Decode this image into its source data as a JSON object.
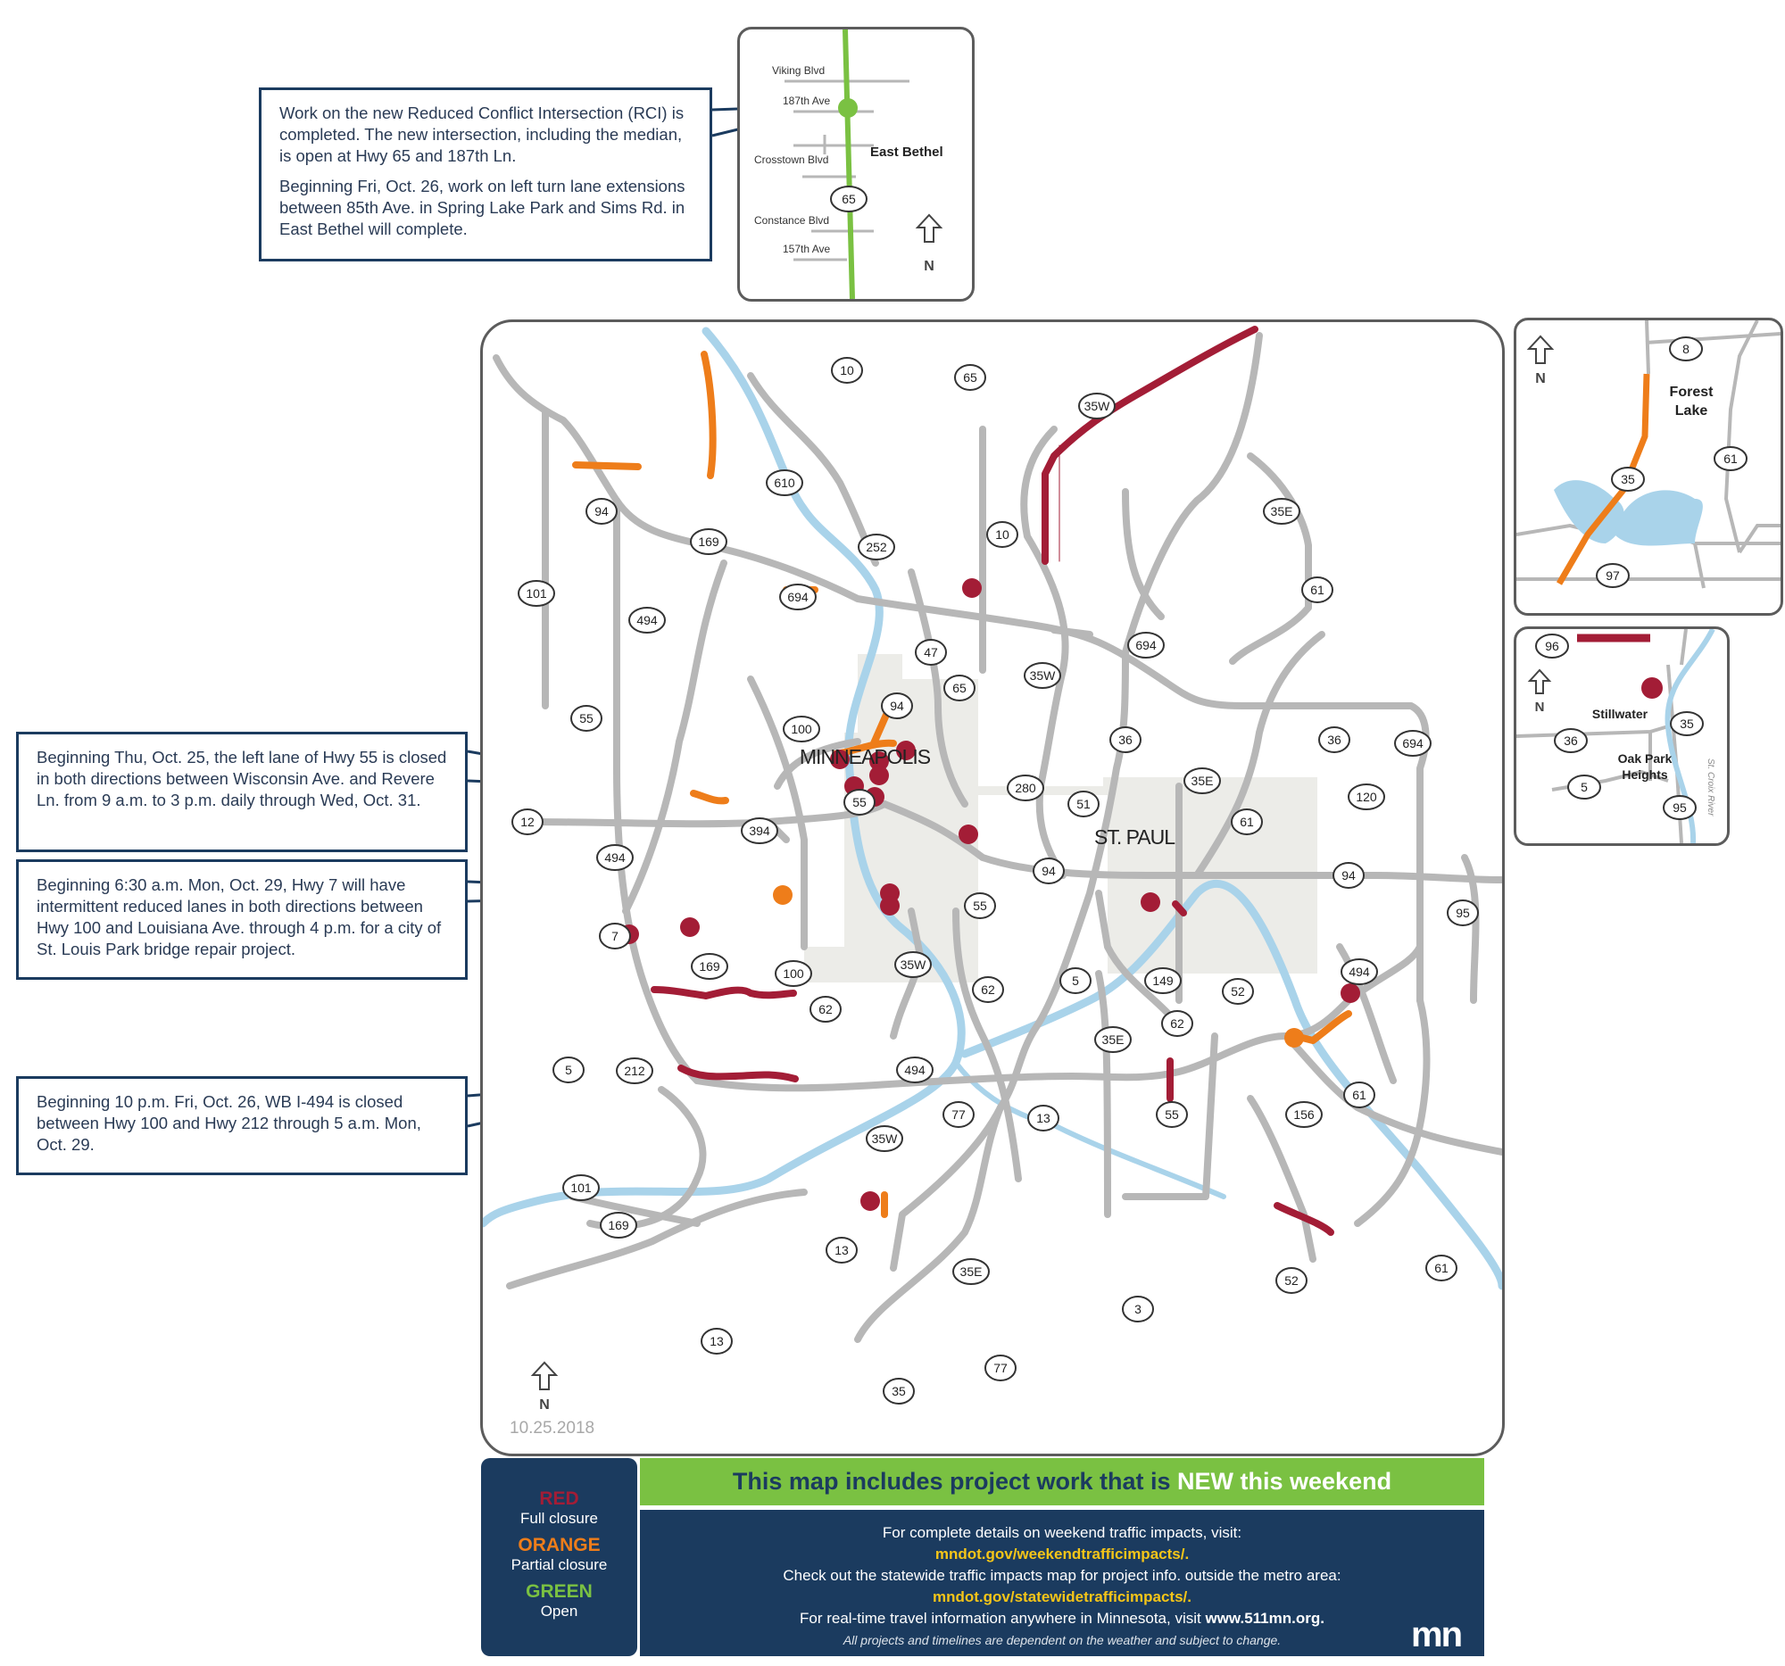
{
  "insets": {
    "east_bethel": {
      "roads": [
        "Viking Blvd",
        "187th Ave",
        "Crosstown Blvd",
        "Constance Blvd",
        "157th Ave"
      ],
      "place": "East Bethel",
      "route": "65"
    },
    "forest_lake": {
      "place_line1": "Forest",
      "place_line2": "Lake",
      "routes": [
        "8",
        "61",
        "35",
        "97"
      ]
    },
    "stillwater": {
      "place": "Stillwater",
      "place2_line1": "Oak Park",
      "place2_line2": "Heights",
      "river": "St. Croix River",
      "routes": [
        "96",
        "35",
        "36",
        "5",
        "95"
      ]
    }
  },
  "north_label": "N",
  "callouts": {
    "east_bethel": {
      "p1": "Work on the new Reduced Conflict Intersection (RCI) is completed. The new intersection, including the median, is open at Hwy 65 and 187th Ln.",
      "p2": "Beginning Fri, Oct. 26, work on left turn lane extensions between 85th Ave. in Spring Lake Park and Sims Rd. in East Bethel will complete."
    },
    "hwy55": "Beginning Thu, Oct. 25, the left lane of Hwy 55 is closed in both directions between Wisconsin Ave. and Revere Ln. from 9 a.m. to 3 p.m. daily through Wed, Oct. 31.",
    "hwy7": "Beginning 6:30 a.m. Mon, Oct. 29, Hwy 7 will have intermittent reduced lanes in both directions between Hwy 100 and Louisiana Ave. through 4 p.m. for a city of St. Louis Park bridge repair project.",
    "i494": "Beginning 10 p.m. Fri, Oct. 26, WB I-494 is closed between Hwy 100 and Hwy 212 through 5 a.m. Mon, Oct. 29."
  },
  "map": {
    "cities": [
      "MINNEAPOLIS",
      "ST. PAUL"
    ],
    "date": "10.25.2018",
    "shields": [
      {
        "label": "10"
      },
      {
        "label": "65"
      },
      {
        "label": "35W"
      },
      {
        "label": "610"
      },
      {
        "label": "94"
      },
      {
        "label": "169"
      },
      {
        "label": "252"
      },
      {
        "label": "10"
      },
      {
        "label": "35E"
      },
      {
        "label": "101"
      },
      {
        "label": "494"
      },
      {
        "label": "694"
      },
      {
        "label": "61"
      },
      {
        "label": "47"
      },
      {
        "label": "694"
      },
      {
        "label": "65"
      },
      {
        "label": "35W"
      },
      {
        "label": "55"
      },
      {
        "label": "94"
      },
      {
        "label": "100"
      },
      {
        "label": "36"
      },
      {
        "label": "36"
      },
      {
        "label": "694"
      },
      {
        "label": "280"
      },
      {
        "label": "35E"
      },
      {
        "label": "12"
      },
      {
        "label": "394"
      },
      {
        "label": "55"
      },
      {
        "label": "51"
      },
      {
        "label": "61"
      },
      {
        "label": "120"
      },
      {
        "label": "494"
      },
      {
        "label": "94"
      },
      {
        "label": "94"
      },
      {
        "label": "55"
      },
      {
        "label": "95"
      },
      {
        "label": "7"
      },
      {
        "label": "169"
      },
      {
        "label": "100"
      },
      {
        "label": "35W"
      },
      {
        "label": "5"
      },
      {
        "label": "149"
      },
      {
        "label": "52"
      },
      {
        "label": "494"
      },
      {
        "label": "62"
      },
      {
        "label": "62"
      },
      {
        "label": "62"
      },
      {
        "label": "35E"
      },
      {
        "label": "5"
      },
      {
        "label": "212"
      },
      {
        "label": "494"
      },
      {
        "label": "77"
      },
      {
        "label": "13"
      },
      {
        "label": "55"
      },
      {
        "label": "156"
      },
      {
        "label": "61"
      },
      {
        "label": "35W"
      },
      {
        "label": "101"
      },
      {
        "label": "169"
      },
      {
        "label": "13"
      },
      {
        "label": "35E"
      },
      {
        "label": "52"
      },
      {
        "label": "61"
      },
      {
        "label": "3"
      },
      {
        "label": "13"
      },
      {
        "label": "77"
      },
      {
        "label": "35"
      }
    ]
  },
  "legend": {
    "red_title": "RED",
    "red_desc": "Full closure",
    "orange_title": "ORANGE",
    "orange_desc": "Partial closure",
    "green_title": "GREEN",
    "green_desc": "Open"
  },
  "banner": {
    "text": "This map includes project work that is ",
    "highlight": "NEW this weekend"
  },
  "info": {
    "line1": "For complete details on weekend traffic impacts, visit:",
    "link1": "mndot.gov/weekendtrafficimpacts/.",
    "line2": "Check out the statewide traffic impacts map for project info. outside the metro area:",
    "link2": "mndot.gov/statewidetrafficimpacts/.",
    "line3": "For real-time travel information anywhere in Minnesota, visit ",
    "site": "www.511mn.org.",
    "disclaimer": "All projects and timelines are dependent on the weather and subject to change.",
    "logo": "mn"
  },
  "colors": {
    "red": "#a31d36",
    "orange": "#ee7d1a",
    "green": "#7ac142",
    "navy": "#1b3b5f",
    "road": "#b7b7b7",
    "river": "#a9d3ea"
  }
}
